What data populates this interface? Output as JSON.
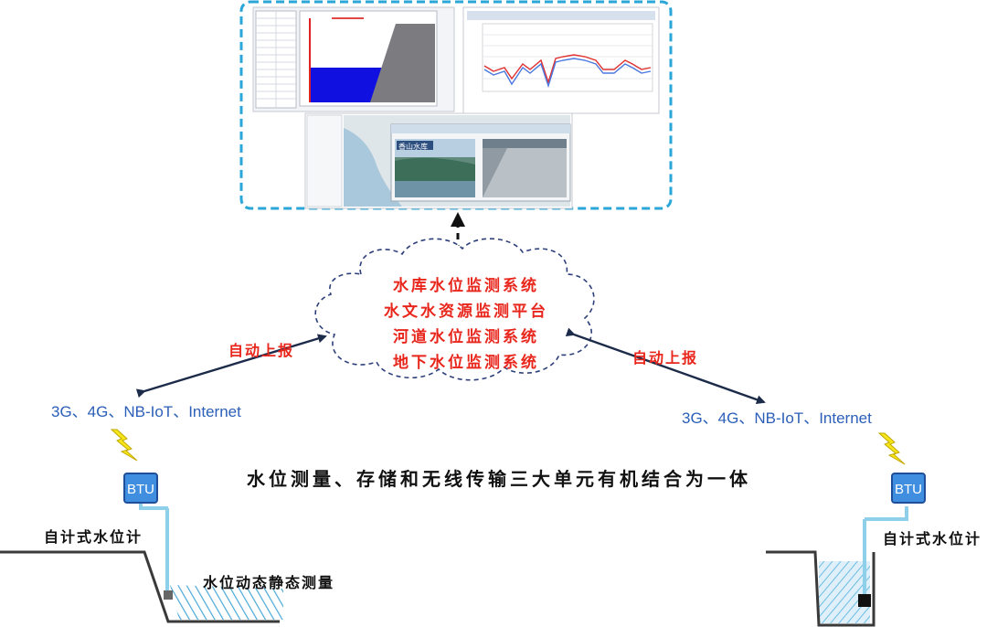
{
  "cloud": {
    "lines": [
      "水库水位监测系统",
      "水文水资源监测平台",
      "河道水位监测系统",
      "地下水位监测系统"
    ]
  },
  "labels": {
    "auto_report_left": "自动上报",
    "auto_report_right": "自动上报",
    "network_left": "3G、4G、NB-IoT、Internet",
    "network_right": "3G、4G、NB-IoT、Internet",
    "main_caption": "水位测量、存储和无线传输三大单元有机结合为一体",
    "recorder_left": "自计式水位计",
    "recorder_right": "自计式水位计",
    "measure_caption": "水位动态静态测量",
    "btu_left": "BTU",
    "btu_right": "BTU"
  },
  "screens": {
    "photo_label": "香山水库"
  },
  "icons": [
    "lightning-icon",
    "cloud-shape",
    "monitor-screenshot-collage"
  ],
  "colors": {
    "accent_red": "#e8261c",
    "network_blue": "#2b5fb8",
    "frame_blue": "#2aa6d8",
    "btu_blue": "#3f8ee0",
    "pipe_blue": "#8ed0ea",
    "water_blue": "#4aa8d8",
    "lightning_yellow": "#f5e61a"
  }
}
